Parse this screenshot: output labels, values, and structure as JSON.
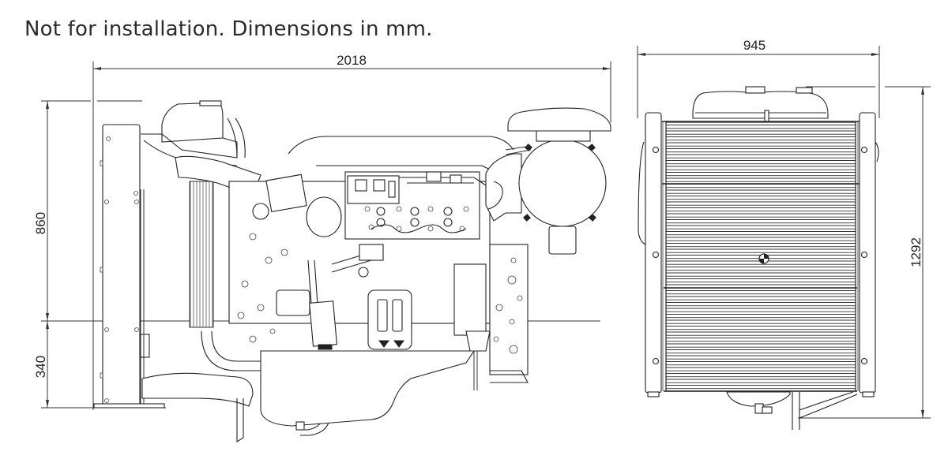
{
  "header": {
    "note": "Not for installation. Dimensions in mm."
  },
  "drawing": {
    "side_view": {
      "label": "engine-side-view",
      "dimensions": {
        "overall_length": "2018",
        "height_above_centerline": "860",
        "height_below_centerline": "340"
      }
    },
    "front_view": {
      "label": "radiator-front-view",
      "dimensions": {
        "overall_width": "945",
        "overall_height": "1292"
      }
    },
    "units": "mm",
    "line_color": "#222222",
    "background": "#ffffff"
  }
}
